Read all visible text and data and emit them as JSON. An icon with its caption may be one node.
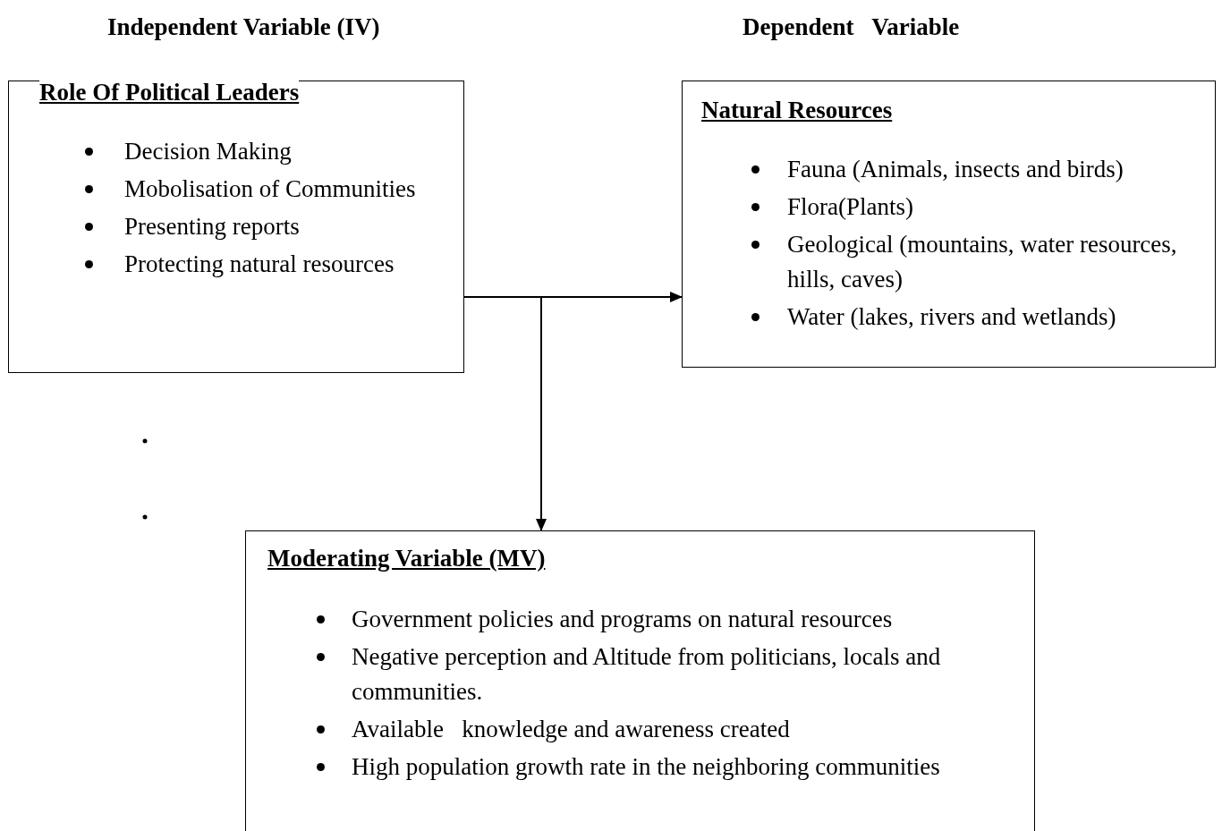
{
  "diagram": {
    "nodes": [
      {
        "text": [
          "Role Of Political Leaders",
          "Decision Making",
          "Mobolisation of Communities",
          "Presenting reports",
          "Protecting natural resources"
        ]
      },
      {
        "text": [
          "Natural Resources",
          "Fauna (Animals, insects and birds)",
          "Flora(Plants)",
          "Geological (mountains, water resources,  hills, caves)",
          "Water (lakes, rivers and wetlands)"
        ]
      },
      {
        "text": [
          "Moderating Variable (MV)",
          "Government policies and programs on natural resources",
          "Negative perception and Altitude from politicians, locals and communities.",
          "Available   knowledge and awareness created",
          "High population growth rate in the neighboring communities"
        ]
      }
    ],
    "edges": [
      {
        "from": 0,
        "to": 1,
        "arrow": "to"
      },
      {
        "from": 0,
        "to": 2,
        "arrow": "to"
      }
    ],
    "labels": [
      "Independent Variable (IV)",
      "Dependent   Variable"
    ]
  }
}
